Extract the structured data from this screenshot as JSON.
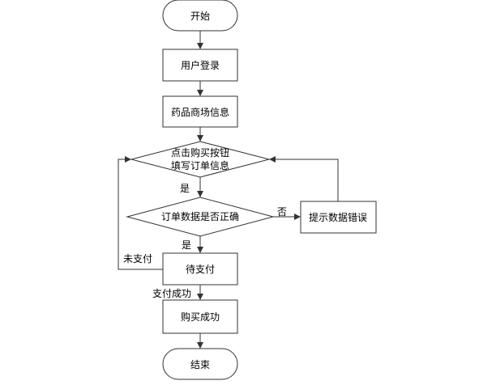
{
  "nodes": {
    "start": "开始",
    "login": "用户登录",
    "mall_info": "药品商场信息",
    "order_line1": "点击购买按钮",
    "order_line2": "填写订单信息",
    "check": "订单数据是否正确",
    "error": "提示数据错误",
    "pending": "待支付",
    "success": "购买成功",
    "end": "结束"
  },
  "edges": {
    "yes_to_check": "是",
    "no_to_error": "否",
    "yes_to_pending": "是",
    "unpaid": "未支付",
    "paid": "支付成功"
  }
}
